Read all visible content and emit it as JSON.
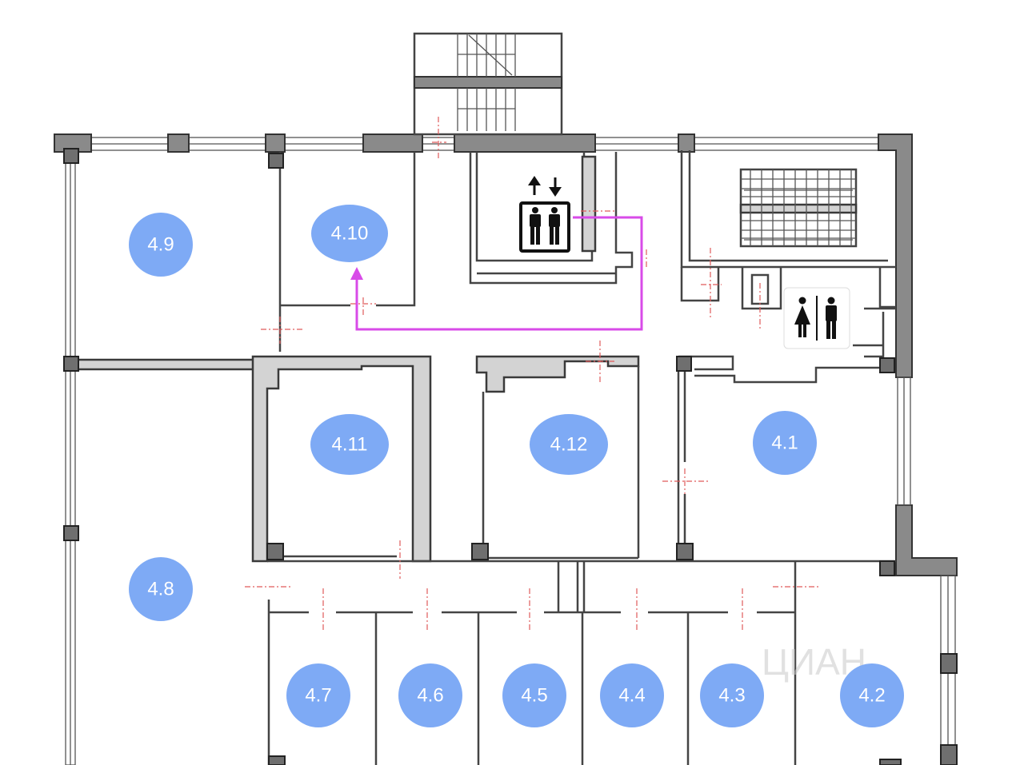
{
  "rooms": [
    {
      "id": "r49",
      "label": "4.9"
    },
    {
      "id": "r410",
      "label": "4.10"
    },
    {
      "id": "r411",
      "label": "4.11"
    },
    {
      "id": "r412",
      "label": "4.12"
    },
    {
      "id": "r41",
      "label": "4.1"
    },
    {
      "id": "r48",
      "label": "4.8"
    },
    {
      "id": "r47",
      "label": "4.7"
    },
    {
      "id": "r46",
      "label": "4.6"
    },
    {
      "id": "r45",
      "label": "4.5"
    },
    {
      "id": "r44",
      "label": "4.4"
    },
    {
      "id": "r43",
      "label": "4.3"
    },
    {
      "id": "r42",
      "label": "4.2"
    }
  ],
  "colors": {
    "room_marker": "#7eaaf5",
    "route": "#d84be8",
    "door_marks": "#e05a5a"
  },
  "icons": [
    "elevator-icon",
    "restroom-icon",
    "stairs-icon",
    "route-arrow-icon"
  ],
  "watermark": "ЦИАН"
}
